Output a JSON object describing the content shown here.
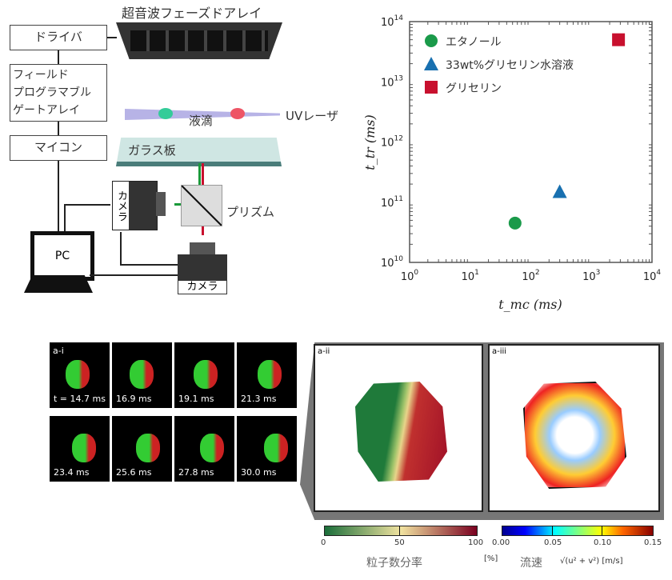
{
  "diagram": {
    "phased_array": "超音波フェーズドアレイ",
    "driver": "ドライバ",
    "fpga": "フィールド\nプログラマブル\nゲートアレイ",
    "microcontroller": "マイコン",
    "pc": "PC",
    "droplet": "液滴",
    "uv_laser": "UVレーザ",
    "glass": "ガラス板",
    "prism": "プリズム",
    "camera_side": "カメラ",
    "camera_bottom": "カメラ"
  },
  "chart_data": {
    "type": "scatter",
    "xlabel": "t_mc (ms)",
    "ylabel": "t_tr (ms)",
    "xscale": "log",
    "yscale": "log",
    "xlim": [
      1,
      10000
    ],
    "ylim": [
      10000000000.0,
      100000000000000.0
    ],
    "xticks": [
      "10^0",
      "10^1",
      "10^2",
      "10^3",
      "10^4"
    ],
    "yticks": [
      "10^10",
      "10^11",
      "10^12",
      "10^13",
      "10^14"
    ],
    "legend_position": "top-left",
    "series": [
      {
        "name": "エタノール",
        "marker": "circle",
        "color": "#1a9a4a",
        "x": 55,
        "y": 45000000000.0
      },
      {
        "name": "33wt%グリセリン水溶液",
        "marker": "triangle",
        "color": "#1870b0",
        "x": 300,
        "y": 150000000000.0
      },
      {
        "name": "グリセリン",
        "marker": "square",
        "color": "#c8102e",
        "x": 2800,
        "y": 50000000000000.0
      }
    ]
  },
  "frames": {
    "panel_label": "a-i",
    "times": [
      "t = 14.7 ms",
      "16.9 ms",
      "19.1 ms",
      "21.3 ms",
      "23.4 ms",
      "25.6 ms",
      "27.8 ms",
      "30.0 ms"
    ]
  },
  "panel_ii": {
    "label": "a-ii"
  },
  "panel_iii": {
    "label": "a-iii"
  },
  "colorbar_fraction": {
    "ticks": [
      "0",
      "50",
      "100"
    ],
    "title": "粒子数分率",
    "unit": "[%]"
  },
  "colorbar_speed": {
    "ticks": [
      "0.00",
      "0.05",
      "0.10",
      "0.15"
    ],
    "title": "流速",
    "formula": "√(u² + v²) [m/s]"
  }
}
